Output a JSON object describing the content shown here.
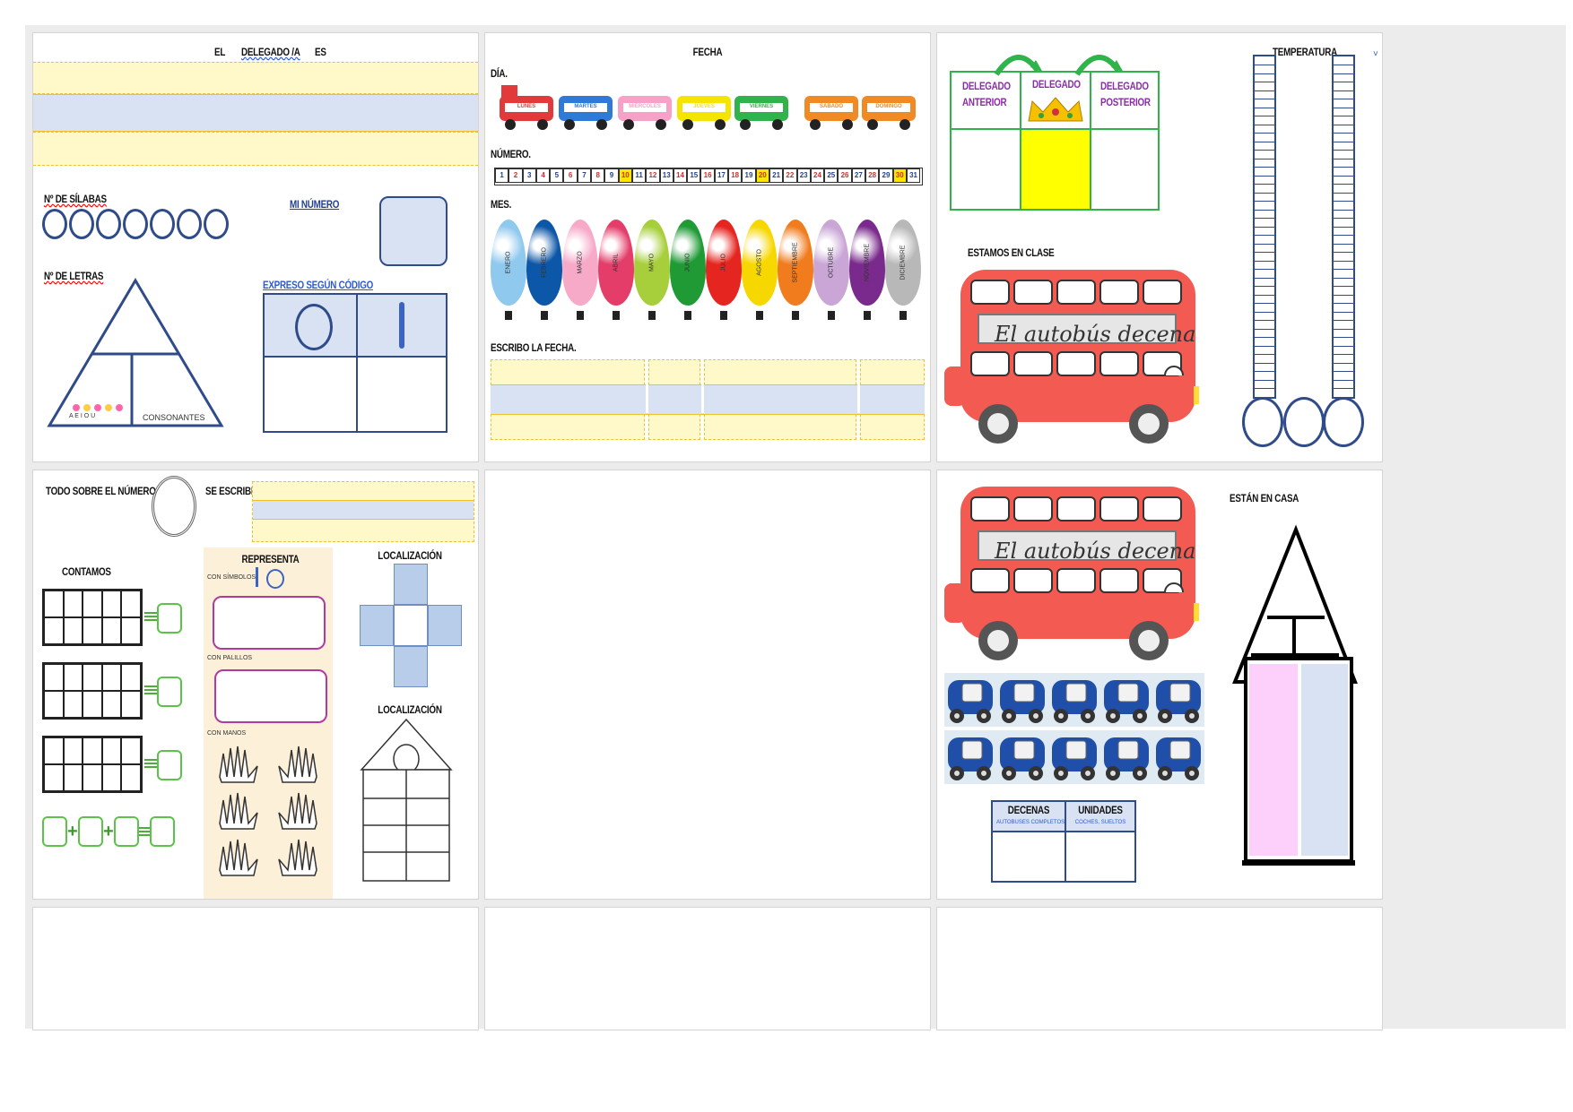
{
  "panel1": {
    "title_el": "EL",
    "title_delegado": "DELEGADO /A",
    "title_es": "ES",
    "silabas_label": "Nº DE SÍLABAS",
    "mi_numero_label": "MI NÚMERO",
    "letras_label": "Nº DE LETRAS",
    "expreso_label": "EXPRESO SEGÚN CÓDIGO",
    "vowels": "A E I O U",
    "consonantes": "CONSONANTES"
  },
  "panel2": {
    "fecha": "FECHA",
    "dia_label": "DÍA.",
    "days": [
      "LUNES",
      "MARTES",
      "MIÉRCOLES",
      "JUEVES",
      "VIERNES",
      "SÁBADO",
      "DOMINGO"
    ],
    "numero_label": "NÚMERO.",
    "numbers": [
      "1",
      "2",
      "3",
      "4",
      "5",
      "6",
      "7",
      "8",
      "9",
      "10",
      "11",
      "12",
      "13",
      "14",
      "15",
      "16",
      "17",
      "18",
      "19",
      "20",
      "21",
      "22",
      "23",
      "24",
      "25",
      "26",
      "27",
      "28",
      "29",
      "30",
      "31"
    ],
    "mes_label": "MES.",
    "months": [
      "ENERO",
      "FEBRERO",
      "MARZO",
      "ABRIL",
      "MAYO",
      "JUNIO",
      "JULIO",
      "AGOSTO",
      "SEPTIEMBRE",
      "OCTUBRE",
      "NOVIEMBRE",
      "DICIEMBRE"
    ],
    "escribo_label": "ESCRIBO LA FECHA."
  },
  "panel3": {
    "delegado_anterior": "DELEGADO ANTERIOR",
    "delegado": "DELEGADO",
    "delegado_posterior": "DELEGADO POSTERIOR",
    "estamos_label": "ESTAMOS EN CLASE",
    "bus_sign": "El autobús decena",
    "temperatura": "TEMPERATURA"
  },
  "panel4": {
    "todo_label": "TODO SOBRE EL NÚMERO",
    "se_escribe": "SE ESCRIBE",
    "contamos": "CONTAMOS",
    "representa": "REPRESENTA",
    "con_simbolos": "CON SÍMBOLOS",
    "con_palillos": "CON PALILLOS",
    "con_manos": "CON MANOS",
    "localizacion1": "LOCALIZACIÓN",
    "localizacion2": "LOCALIZACIÓN"
  },
  "panel6": {
    "bus_sign": "El autobús decena",
    "estan_en_casa": "ESTÁN EN CASA",
    "decenas": "DECENAS",
    "decenas_sub": "AUTOBUSES COMPLETOS",
    "unidades": "UNIDADES",
    "unidades_sub": "COCHES, SUELTOS"
  },
  "colors": {
    "blue_frame": "#2f4b8a",
    "yellow": "#fff8c8",
    "light_blue": "#d8e2f3",
    "bus_red": "#f25a52",
    "green": "#2fb34a"
  }
}
